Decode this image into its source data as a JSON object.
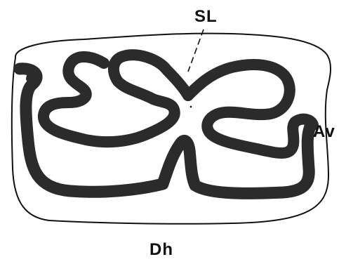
{
  "figure": {
    "labels": {
      "sl": "SL",
      "av": "Av",
      "dh": "Dh"
    },
    "colors": {
      "ink": "#111111",
      "band": "#2b2b2b",
      "background": "#ffffff"
    }
  }
}
